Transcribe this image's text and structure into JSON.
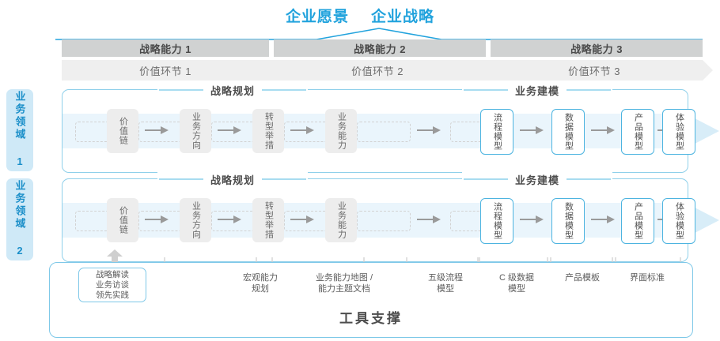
{
  "header": {
    "titles": [
      "企业愿景",
      "企业战略"
    ],
    "capabilities": [
      "战略能力 1",
      "战略能力 2",
      "战略能力 3"
    ],
    "value_links": [
      "价值环节 1",
      "价值环节 2",
      "价值环节 3"
    ]
  },
  "side_labels": [
    "业务领域 1",
    "业务领域 2"
  ],
  "sections": {
    "left_title": "战略规划",
    "right_title": "业务建模"
  },
  "flow": {
    "planning": [
      "价值链",
      "业务方向",
      "转型举措",
      "业务能力"
    ],
    "modeling": [
      "流程模型",
      "数据模型",
      "产品模型",
      "体验模型"
    ]
  },
  "tools": {
    "box": [
      "战略解读",
      "业务访谈",
      "领先实践"
    ],
    "labels": [
      "宏观能力\n规划",
      "业务能力地图 /\n能力主题文档",
      "五级流程\n模型",
      "C 级数据\n模型",
      "产品模板",
      "界面标准"
    ],
    "title": "工具支撑"
  },
  "colors": {
    "accent_blue": "#22a3dd",
    "light_blue": "#cfe9f7",
    "band_grey": "#d0d2d2",
    "value_grey": "#efefef",
    "cell_grey": "#ededed",
    "box_blue": "#4db4e0"
  }
}
